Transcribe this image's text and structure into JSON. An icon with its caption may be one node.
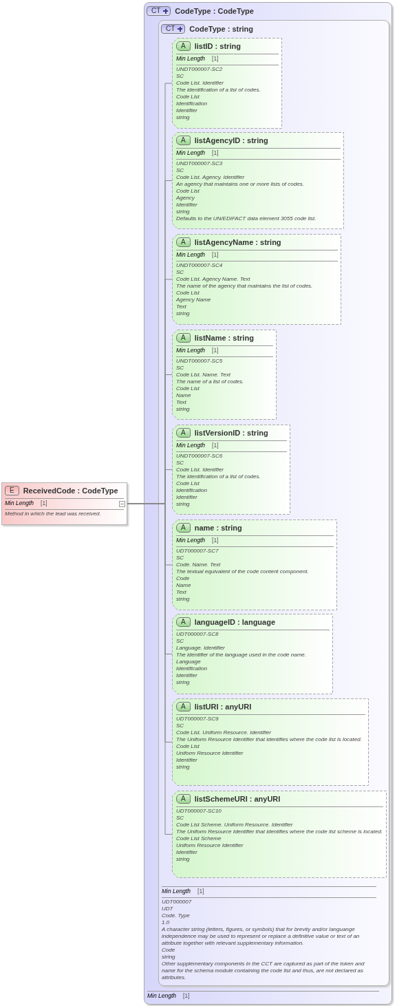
{
  "diagram": {
    "nodes": [
      {
        "text": [
          "E",
          "ReceivedCode : CodeType",
          "Min Length",
          "[1]",
          "Method in which the lead was received."
        ]
      },
      {
        "text": [
          "CT",
          "CodeType : CodeType",
          "Min Length",
          "[1]"
        ]
      },
      {
        "text": [
          "CT",
          "CodeType : string",
          "Min Length",
          "[1]",
          "UDT000007",
          "UDT",
          "Code. Type",
          "1.0",
          "A character string (letters, figures, or symbols) that for brevity and/or languange independence may be used to represent or replace a definitive value or text of an attribute together with relevant supplementary information.",
          "Code",
          "string",
          "Other supplementary components in the CCT are captured as part of the token and name for the schema module containing the code list and thus, are not declared as attributes."
        ],
        "in": 1
      },
      {
        "text": [
          "A",
          "listID : string",
          "Min Length",
          "[1]",
          "UNDT000007-SC2",
          "SC",
          "Code List. Identifier",
          "The identification of a list of codes.",
          "Code List",
          "Identification",
          "Identifier",
          "string"
        ],
        "in": 2
      },
      {
        "text": [
          "A",
          "listAgencyID : string",
          "Min Length",
          "[1]",
          "UNDT000007-SC3",
          "SC",
          "Code List. Agency. Identifier",
          "An agency that maintains one or more lists of codes.",
          "Code List",
          "Agency",
          "Identifier",
          "string",
          "Defaults to the UN/EDIFACT data element 3055 code list."
        ],
        "in": 2
      },
      {
        "text": [
          "A",
          "listAgencyName : string",
          "Min Length",
          "[1]",
          "UNDT000007-SC4",
          "SC",
          "Code List. Agency Name. Text",
          "The name of the agency that maintains the list of codes.",
          "Code List",
          "Agency Name",
          "Text",
          "string"
        ],
        "in": 2
      },
      {
        "text": [
          "A",
          "listName : string",
          "Min Length",
          "[1]",
          "UNDT000007-SC5",
          "SC",
          "Code List. Name. Text",
          "The name of a list of codes.",
          "Code List",
          "Name",
          "Text",
          "string"
        ],
        "in": 2
      },
      {
        "text": [
          "A",
          "listVersionID : string",
          "Min Length",
          "[1]",
          "UNDT000007-SC6",
          "SC",
          "Code List. Identifier",
          "The identification of a list of codes.",
          "Code List",
          "Identification",
          "Identifier",
          "string"
        ],
        "in": 2
      },
      {
        "text": [
          "A",
          "name : string",
          "Min Length",
          "[1]",
          "UDT000007-SC7",
          "SC",
          "Code. Name. Text",
          "The textual equivalent of the code content component.",
          "Code",
          "Name",
          "Text",
          "string"
        ],
        "in": 2
      },
      {
        "text": [
          "A",
          "languageID : language",
          "UDT000007-SC8",
          "SC",
          "Language. Identifier",
          "The identifier of the language used in the code name.",
          "Language",
          "Identification",
          "Identifier",
          "string"
        ],
        "in": 2
      },
      {
        "text": [
          "A",
          "listURI : anyURI",
          "UDT000007-SC9",
          "SC",
          "Code List. Uniform Resource. Identifier",
          "The Uniform Resource Identifier that identifies where the code list is located.",
          "Code List",
          "Uniform Resource Identifier",
          "Identifier",
          "string"
        ],
        "in": 2
      },
      {
        "text": [
          "A",
          "listSchemeURI : anyURI",
          "UDT000007-SC10",
          "SC",
          "Code List Scheme. Uniform Resource. Identifier",
          "The Uniform Resource Identifier that identifies where the code list scheme is located.",
          "Code List Scheme",
          "Uniform Resource Identifier",
          "Identifier",
          "string"
        ],
        "in": 2
      }
    ],
    "edges": [
      {
        "from": 0,
        "to": 3,
        "arrow": "none"
      },
      {
        "from": 0,
        "to": 4,
        "arrow": "none"
      },
      {
        "from": 0,
        "to": 5,
        "arrow": "none"
      },
      {
        "from": 0,
        "to": 6,
        "arrow": "none"
      },
      {
        "from": 0,
        "to": 7,
        "arrow": "none"
      },
      {
        "from": 0,
        "to": 8,
        "arrow": "none"
      },
      {
        "from": 0,
        "to": 9,
        "arrow": "none"
      },
      {
        "from": 0,
        "to": 10,
        "arrow": "none"
      },
      {
        "from": 0,
        "to": 11,
        "arrow": "none"
      }
    ]
  }
}
